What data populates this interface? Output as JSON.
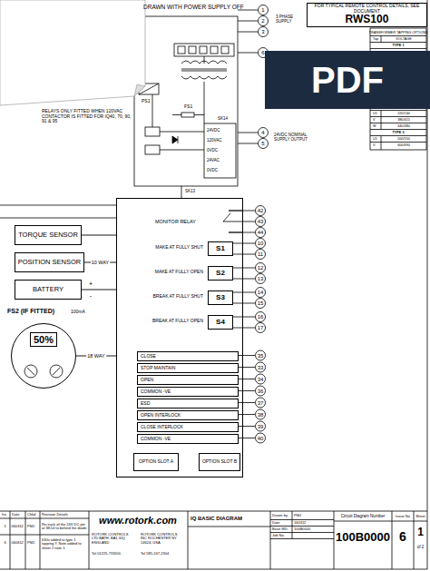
{
  "diagram": {
    "nodes": [
      {
        "text": [
          "FOR TYPICAL REMOTE CONTROL DETAILS, SEE DOCUMENT",
          "RWS100"
        ]
      },
      {
        "text": [
          "PDF"
        ]
      },
      {
        "text": [
          "TORQUE SENSOR"
        ]
      },
      {
        "text": [
          "POSITION SENSOR"
        ]
      },
      {
        "text": [
          "BATTERY"
        ]
      },
      {
        "text": [
          "50%"
        ]
      },
      {
        "text": [
          "MONITOR RELAY"
        ]
      },
      {
        "text": [
          "S1"
        ],
        "in": 6
      },
      {
        "text": [
          "S2"
        ],
        "in": 6
      },
      {
        "text": [
          "S3"
        ],
        "in": 6
      },
      {
        "text": [
          "S4"
        ],
        "in": 6
      },
      {
        "text": [
          "CLOSE"
        ],
        "in": 6
      },
      {
        "text": [
          "STOP MAINTAIN"
        ],
        "in": 6
      },
      {
        "text": [
          "OPEN"
        ],
        "in": 6
      },
      {
        "text": [
          "COMMON -VE"
        ],
        "in": 6
      },
      {
        "text": [
          "ESD"
        ],
        "in": 6
      },
      {
        "text": [
          "OPEN INTERLOCK"
        ],
        "in": 6
      },
      {
        "text": [
          "CLOSE INTERLOCK"
        ],
        "in": 6
      },
      {
        "text": [
          "COMMON -VE"
        ],
        "in": 6
      },
      {
        "text": [
          "OPTION SLOT A"
        ],
        "in": 6
      },
      {
        "text": [
          "OPTION SLOT B"
        ],
        "in": 6
      }
    ],
    "edges": [
      {
        "from": 2,
        "to": 6,
        "arrow": "none"
      },
      {
        "from": 3,
        "to": 6,
        "label": "10 WAY",
        "arrow": "none"
      },
      {
        "from": 4,
        "to": 6,
        "arrow": "none"
      },
      {
        "from": 5,
        "to": 6,
        "label": "18 WAY",
        "arrow": "none"
      }
    ],
    "labels": [
      "DRAWN WITH POWER SUPPLY OFF",
      "1",
      "2",
      "3",
      "3 PHASE SUPPLY",
      "6",
      "RELAYS ONLY FITTED WHEN 120VAC CONTACTOR IS FITTED FOR IQ40, 70, 90, 91 & 95",
      "PS1",
      "FS1",
      "SK14",
      "24VDC",
      "120VAC",
      "0VDC",
      "24VAC",
      "0VDC",
      "4",
      "5",
      "24VDC NOMINAL SUPPLY OUTPUT",
      "SK13",
      "TRANSFORMER TAPPING OPTIONS",
      "Tap",
      "VOLTAGE",
      "TYPE 1",
      "U1",
      "220/240",
      "V",
      "380/415",
      "W",
      "440/480",
      "TYPE 3",
      "U1",
      "500/550",
      "V",
      "600/690",
      "42",
      "43",
      "44",
      "MAKE AT FULLY SHUT",
      "10",
      "11",
      "MAKE AT FULLY OPEN",
      "12",
      "13",
      "BREAK AT FULLY SHUT",
      "14",
      "15",
      "BREAK AT FULLY OPEN",
      "16",
      "17",
      "35",
      "33",
      "34",
      "36",
      "37",
      "38",
      "39",
      "40",
      "+",
      "-",
      "FS2 (IF FITTED)",
      "100mA",
      "Iss",
      "Date",
      "Chkd",
      "Revision Details",
      "5",
      "060312",
      "PMJ",
      "Re-track of the 24V DC pin at SK14 to behind the diode",
      "6",
      "060612",
      "PMJ",
      "630v added to type 1 tapping Y. Note added to sheet 2 note 1.",
      "www.rotork.com",
      "ROTORK CONTROLS LTD BATH, BA1 3JQ ENGLAND",
      "Tel 01225-733200",
      "ROTORK CONTROLS INC ROCHESTER NY 14624, USA",
      "Tel 585-247-2304",
      "IQ BASIC DIAGRAM",
      "Drawn by",
      "PMJ",
      "Date",
      "160312",
      "Base WD",
      "100B0000",
      "Job No.",
      "Circuit Diagram Number",
      "100B0000",
      "Issue No",
      "6",
      "Sheet",
      "1",
      "of 2"
    ]
  }
}
